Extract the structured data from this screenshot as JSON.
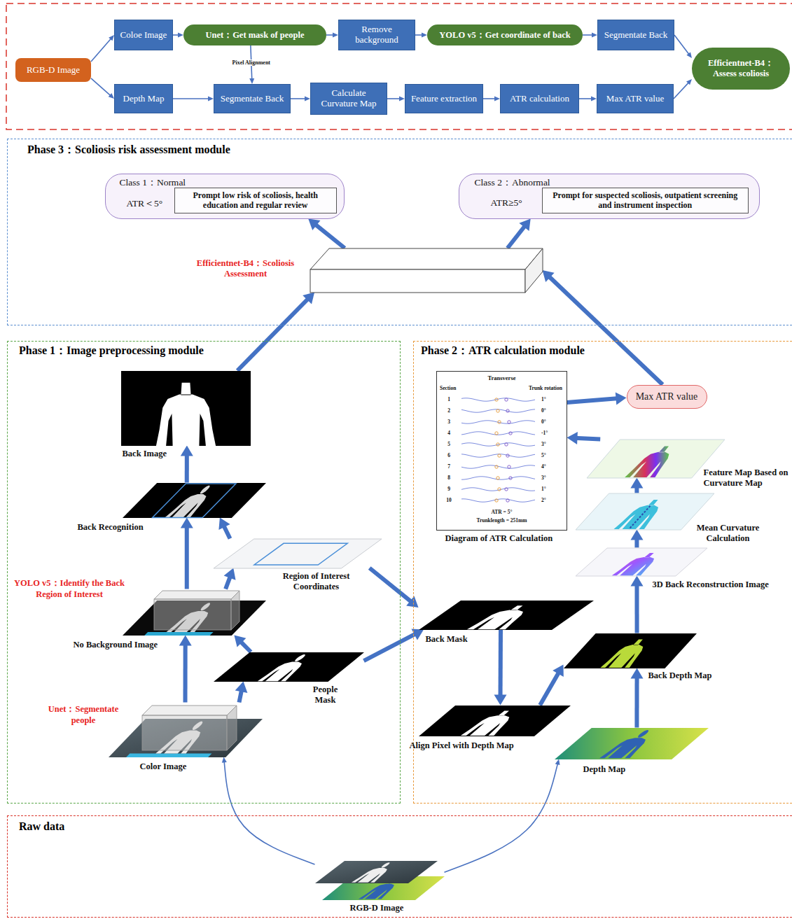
{
  "diagram": {
    "nodes": [
      {
        "text": [
          "RGB-D Image"
        ]
      },
      {
        "text": [
          "Coloe Image"
        ]
      },
      {
        "text": [
          "Unet：Get mask of people"
        ]
      },
      {
        "text": [
          "Remove background"
        ]
      },
      {
        "text": [
          "YOLO v5：Get coordinate of back"
        ]
      },
      {
        "text": [
          "Segmentate Back"
        ]
      },
      {
        "text": [
          "Efficientnet-B4：Assess scoliosis"
        ]
      },
      {
        "text": [
          "Depth Map"
        ]
      },
      {
        "text": [
          "Segmentate Back"
        ]
      },
      {
        "text": [
          "Calculate Curvature Map"
        ]
      },
      {
        "text": [
          "Feature extraction"
        ]
      },
      {
        "text": [
          "ATR calculation"
        ]
      },
      {
        "text": [
          "Max ATR value"
        ]
      },
      {
        "text": [
          "Phase 3：Scoliosis risk assessment module"
        ]
      },
      {
        "text": [
          "Class 1：Normal",
          "ATR＜5°"
        ],
        "in": 13
      },
      {
        "text": [
          "Prompt low risk of scoliosis, health education and regular review"
        ],
        "in": 14
      },
      {
        "text": [
          "Class 2：Abnormal",
          "ATR≥5°"
        ],
        "in": 13
      },
      {
        "text": [
          "Prompt for suspected scoliosis, outpatient screening and instrument inspection"
        ],
        "in": 16
      },
      {
        "text": [
          "Efficientnet-B4：Scoliosis Assessment"
        ],
        "in": 13
      },
      {
        "text": [
          "Phase 1：Image preprocessing module"
        ]
      },
      {
        "text": [
          "Back Image"
        ],
        "in": 19
      },
      {
        "text": [
          "Back Recognition"
        ],
        "in": 19
      },
      {
        "text": [
          "Region of Interest Coordinates"
        ],
        "in": 19
      },
      {
        "text": [
          "No Background Image"
        ],
        "in": 19
      },
      {
        "text": [
          "People Mask"
        ],
        "in": 19
      },
      {
        "text": [
          "Color Image"
        ],
        "in": 19
      },
      {
        "text": [
          "Phase 2：ATR calculation module"
        ]
      },
      {
        "text": [
          "Diagram of ATR Calculation"
        ],
        "in": 26
      },
      {
        "text": [
          "Max ATR value"
        ],
        "in": 26
      },
      {
        "text": [
          "Feature Map Based on Curvature Map"
        ],
        "in": 26
      },
      {
        "text": [
          "Mean Curvature Calculation"
        ],
        "in": 26
      },
      {
        "text": [
          "3D Back Reconstruction Image"
        ],
        "in": 26
      },
      {
        "text": [
          "Back Mask"
        ],
        "in": 26
      },
      {
        "text": [
          "Back Depth Map"
        ],
        "in": 26
      },
      {
        "text": [
          "Align Pixel with Depth Map"
        ],
        "in": 26
      },
      {
        "text": [
          "Depth Map"
        ],
        "in": 26
      },
      {
        "text": [
          "Raw data"
        ]
      },
      {
        "text": [
          "RGB-D Image"
        ],
        "in": 36
      }
    ],
    "edges": [
      {
        "from": 0,
        "to": 1,
        "arrow": "to"
      },
      {
        "from": 0,
        "to": 7,
        "arrow": "to"
      },
      {
        "from": 1,
        "to": 2,
        "arrow": "to"
      },
      {
        "from": 2,
        "to": 3,
        "arrow": "to"
      },
      {
        "from": 3,
        "to": 4,
        "arrow": "to"
      },
      {
        "from": 4,
        "to": 5,
        "arrow": "to"
      },
      {
        "from": 5,
        "to": 6,
        "arrow": "to"
      },
      {
        "from": 7,
        "to": 8,
        "arrow": "to"
      },
      {
        "from": 2,
        "to": 8,
        "label": "Pixel Alignment",
        "arrow": "to"
      },
      {
        "from": 8,
        "to": 9,
        "arrow": "to"
      },
      {
        "from": 9,
        "to": 10,
        "arrow": "to"
      },
      {
        "from": 10,
        "to": 11,
        "arrow": "to"
      },
      {
        "from": 11,
        "to": 12,
        "arrow": "to"
      },
      {
        "from": 12,
        "to": 6,
        "arrow": "to"
      },
      {
        "from": 18,
        "to": 14,
        "arrow": "to"
      },
      {
        "from": 18,
        "to": 16,
        "arrow": "to"
      },
      {
        "from": 20,
        "to": 18,
        "arrow": "to"
      },
      {
        "from": 28,
        "to": 18,
        "arrow": "to"
      },
      {
        "from": 25,
        "to": 23,
        "arrow": "to"
      },
      {
        "from": 25,
        "to": 24,
        "arrow": "to"
      },
      {
        "from": 24,
        "to": 23,
        "arrow": "to"
      },
      {
        "from": 23,
        "to": 21,
        "arrow": "to"
      },
      {
        "from": 23,
        "to": 22,
        "arrow": "to"
      },
      {
        "from": 22,
        "to": 21,
        "arrow": "to"
      },
      {
        "from": 21,
        "to": 20,
        "arrow": "to"
      },
      {
        "from": 22,
        "to": 32,
        "arrow": "to"
      },
      {
        "from": 24,
        "to": 32,
        "arrow": "to"
      },
      {
        "from": 32,
        "to": 34,
        "arrow": "to"
      },
      {
        "from": 34,
        "to": 33,
        "arrow": "to"
      },
      {
        "from": 35,
        "to": 33,
        "arrow": "to"
      },
      {
        "from": 33,
        "to": 31,
        "arrow": "to"
      },
      {
        "from": 31,
        "to": 30,
        "arrow": "to"
      },
      {
        "from": 30,
        "to": 29,
        "arrow": "to"
      },
      {
        "from": 29,
        "to": 27,
        "arrow": "to"
      },
      {
        "from": 27,
        "to": 28,
        "arrow": "to"
      },
      {
        "from": 37,
        "to": 25,
        "arrow": "to"
      },
      {
        "from": 37,
        "to": 35,
        "arrow": "to"
      }
    ],
    "labels": [
      "YOLO v5：Identify the Back Region of Interest",
      "Unet：Segmentate people",
      "Transverse",
      "Section",
      "Trunk rotation",
      "1",
      "1°",
      "2",
      "0°",
      "3",
      "0°",
      "4",
      "-1°",
      "5",
      "3°",
      "6",
      "5°",
      "7",
      "4°",
      "8",
      "3°",
      "9",
      "1°",
      "10",
      "2°",
      "ATR = 5°",
      "Trunklength = 251mm"
    ]
  }
}
